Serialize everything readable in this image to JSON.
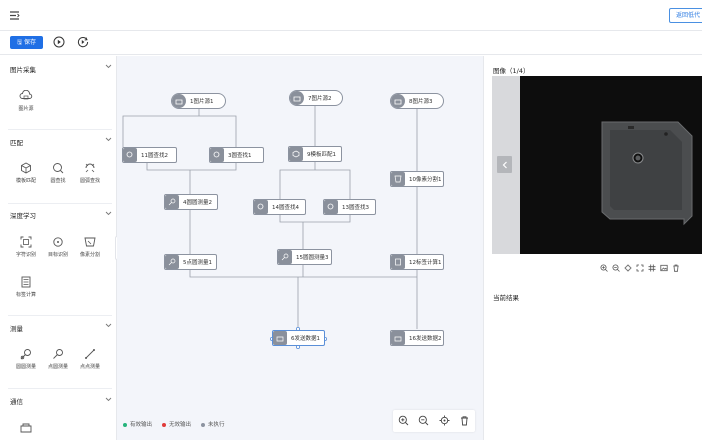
{
  "header": {
    "back_label": "返回低代"
  },
  "toolbar": {
    "save_label": "保存"
  },
  "sidebar": {
    "categories": [
      {
        "title": "图片采集",
        "tools": [
          "图片源"
        ]
      },
      {
        "title": "匹配",
        "tools": [
          "模板匹配",
          "圆查找",
          "圆弧查找"
        ]
      },
      {
        "title": "深度学习",
        "tools": [
          "字符识别",
          "目标识别",
          "像素分割",
          "标签计算"
        ]
      },
      {
        "title": "测量",
        "tools": [
          "圆圆测量",
          "点圆测量",
          "点点测量"
        ]
      },
      {
        "title": "通信",
        "tools": []
      }
    ]
  },
  "flow": {
    "nodes": [
      "1图片源1",
      "7图片源2",
      "8图片源3",
      "11圆查找2",
      "3圆查找1",
      "9模板匹配1",
      "10像素分割1",
      "4圆圆测量2",
      "14圆查找4",
      "13圆查找3",
      "5点圆测量1",
      "15圆圆测量3",
      "12标签计算1",
      "6发送数据1",
      "16发送数据2"
    ]
  },
  "legend": {
    "valid": "有效输出",
    "invalid": "无效输出",
    "not_run": "未执行"
  },
  "legend_colors": {
    "valid": "#26b37b",
    "invalid": "#e03b3b",
    "not_run": "#8c93a0"
  },
  "right_panel": {
    "image_title": "图像（1/4）",
    "result_title": "当前结果"
  }
}
